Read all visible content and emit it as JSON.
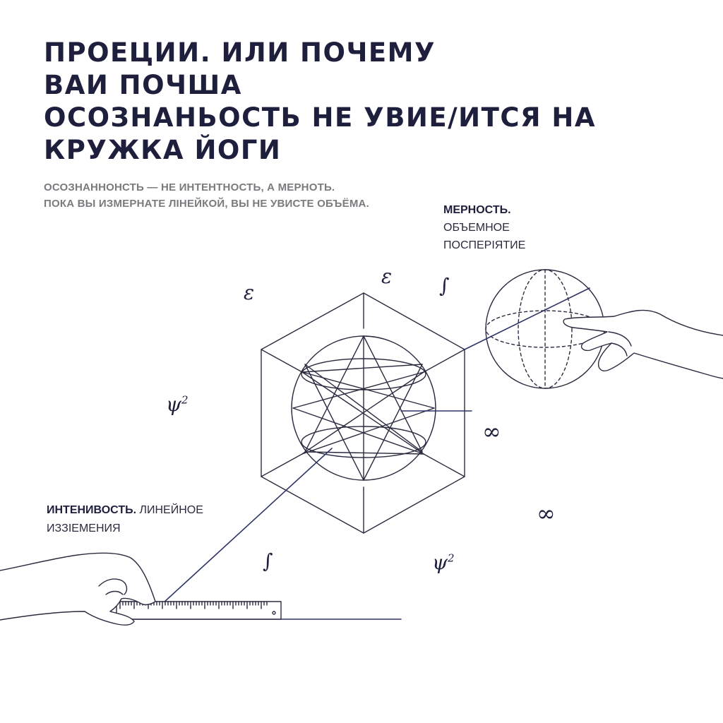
{
  "title": {
    "lines": [
      "ПРОЕЦИИ. ИЛИ ПОЧЕМУ",
      "ВАИ ПОЧША",
      "ОСОЗНАНЬОСТЬ НЕ УВИЕ/ИТСЯ НА",
      "КРУЖКА  ЙОГИ"
    ]
  },
  "subtitle": {
    "lines": [
      "ОСОЗНАННОНСТЬ — НЕ ИНТЕНТНОСТЬ, А МЕРНОТЬ.",
      "ПОКА ВЫ ИЗМЕРНАТЕ ЛІНЕЙКОЙ, ВЫ НЕ УВИСТЕ ОБЪЁМА."
    ]
  },
  "right_label": {
    "heading": "МЕРНОСТЬ.",
    "line1": "ОБЪЕМНОЕ",
    "line2": "ПОСПЕРІЯТИЕ"
  },
  "left_label": {
    "heading": "ИНТЕНИВОСТЬ.",
    "rest": " ЛИНЕЙНОЕ",
    "line2": "ИЗЗІЕМЕНИЯ"
  },
  "symbols": {
    "epsilon_1": "ε",
    "epsilon_2": "ε",
    "integral_top": "∫",
    "psi_left": "ψ",
    "psi_left_exp": "2",
    "infinity_1": "∞",
    "infinity_2": "∞",
    "integral_bottom": "∫",
    "psi_bottom": "ψ",
    "psi_bottom_exp": "2"
  },
  "colors": {
    "ink": "#1e1f3d",
    "line": "#2a2b3f",
    "navy_line": "#2e3466",
    "muted_text": "#7a7a7f"
  }
}
